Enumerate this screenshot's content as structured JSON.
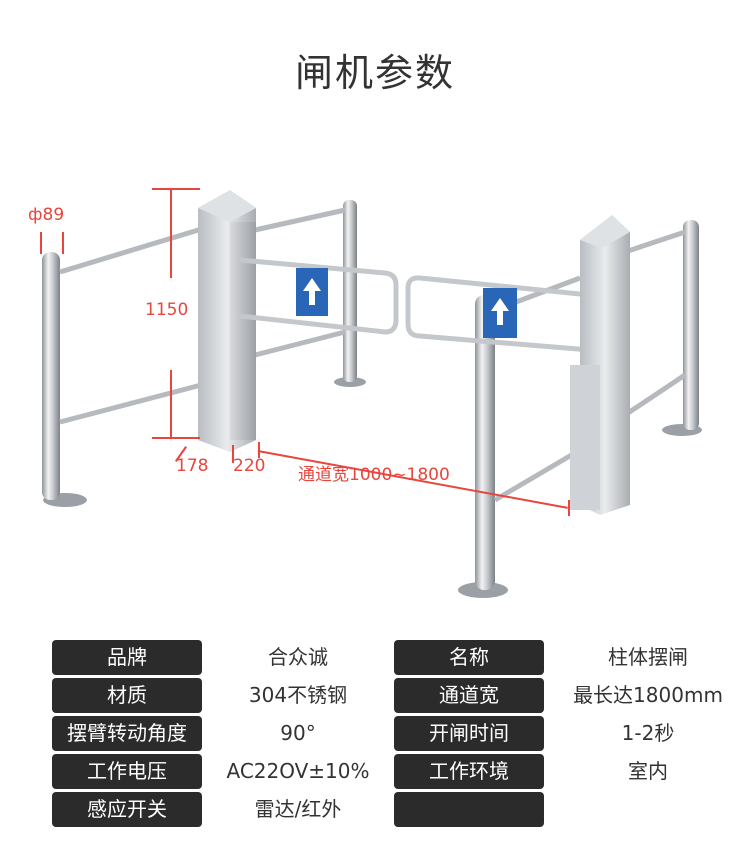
{
  "title": "闸机参数",
  "dimensions": {
    "diameter": "ф89",
    "height": "1150",
    "depth": "178",
    "width": "220",
    "channel": "通道宽1000~1800"
  },
  "specs": [
    {
      "label_left": "品牌",
      "value_left": "合众诚",
      "label_right": "名称",
      "value_right": "柱体摆闸"
    },
    {
      "label_left": "材质",
      "value_left": "304不锈钢",
      "label_right": "通道宽",
      "value_right": "最长达1800mm"
    },
    {
      "label_left": "摆臂转动角度",
      "value_left": "90°",
      "label_right": "开闸时间",
      "value_right": "1-2秒"
    },
    {
      "label_left": "工作电压",
      "value_left": "AC22OV±10%",
      "label_right": "工作环境",
      "value_right": "室内"
    },
    {
      "label_left": "感应开关",
      "value_left": "雷达/红外",
      "label_right": "",
      "value_right": ""
    }
  ]
}
